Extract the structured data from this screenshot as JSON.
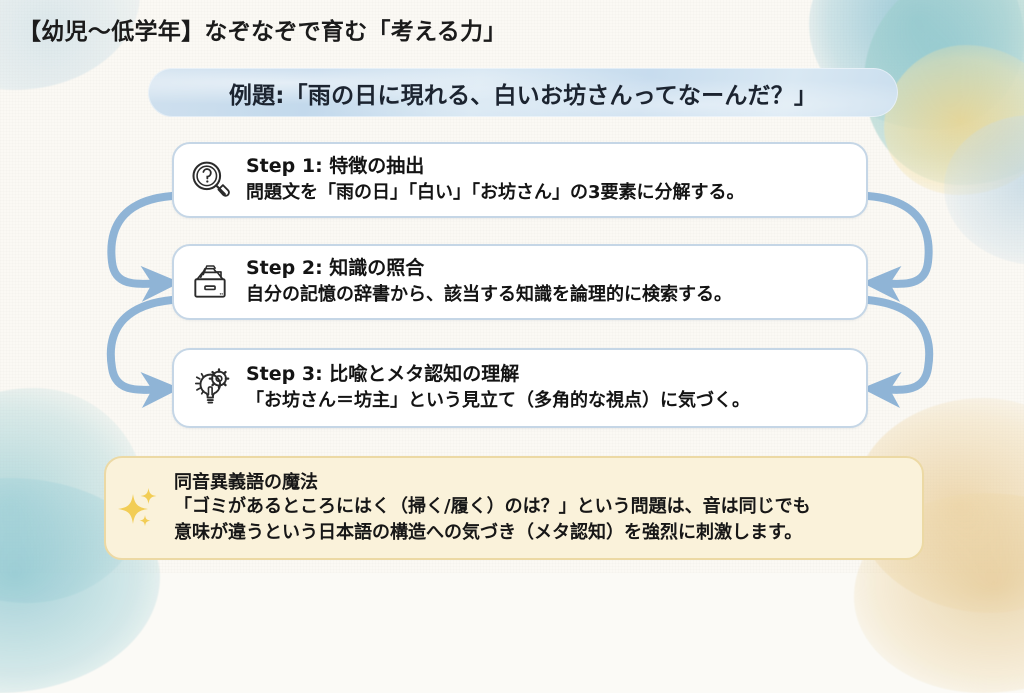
{
  "page": {
    "title": "【幼児〜低学年】なぞなぞで育む「考える力」"
  },
  "example_banner": {
    "icon": "none",
    "text": "例題:「雨の日に現れる、白いお坊さんってなーんだ？」"
  },
  "steps": [
    {
      "icon": "magnifier-question-icon",
      "heading": "Step 1: 特徴の抽出",
      "description": "問題文を「雨の日」「白い」「お坊さん」の3要素に分解する。"
    },
    {
      "icon": "file-box-icon",
      "heading": "Step 2: 知識の照合",
      "description": "自分の記憶の辞書から、該当する知識を論理的に検索する。"
    },
    {
      "icon": "lightbulb-gear-icon",
      "heading": "Step 3: 比喩とメタ認知の理解",
      "description": "「お坊さん＝坊主」という見立て（多角的な視点）に気づく。"
    }
  ],
  "tip_box": {
    "icon": "sparkles-icon",
    "heading": "同音異義語の魔法",
    "line1": "「ゴミがあるところにはく（掃く/履く）のは？」という問題は、音は同じでも",
    "line2": "意味が違うという日本語の構造への気づき（メタ認知）を強烈に刺激します。"
  },
  "colors": {
    "background": "#fbf9f4",
    "banner_blue": "#c8dcee",
    "card_border": "#c5d6e6",
    "card_background": "#ffffff",
    "arrow_blue": "#8fb4d6",
    "tip_background": "#faf2da",
    "tip_border": "#ecd9a4",
    "sparkle_gold": "#f2cd55",
    "text_dark": "#141414",
    "deco_teal": "#96cbd1",
    "deco_gold": "#e7c992"
  }
}
